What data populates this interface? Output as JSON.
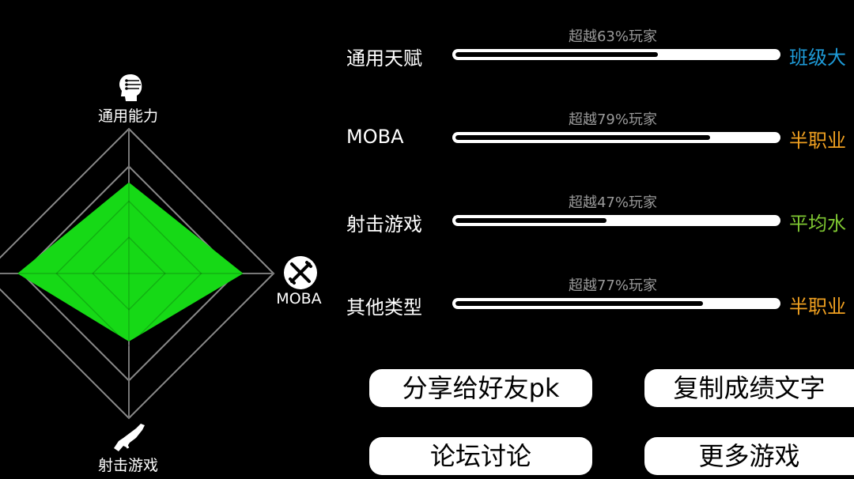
{
  "radar": {
    "axes": [
      {
        "label": "通用能力",
        "icon": "head-profile-icon"
      },
      {
        "label": "MOBA",
        "icon": "crossed-swords-icon"
      },
      {
        "label": "射击游戏",
        "icon": "rifle-icon"
      },
      {
        "label": "",
        "icon": ""
      }
    ],
    "fill_color": "#16d916",
    "grid_color": "#8a8a8a"
  },
  "rows": [
    {
      "label": "通用天赋",
      "sub": "超越63%玩家",
      "percent": 63,
      "level": "班级大",
      "level_color": "#1e9bd8"
    },
    {
      "label": "MOBA",
      "sub": "超越79%玩家",
      "percent": 79,
      "level": "半职业",
      "level_color": "#f0a020"
    },
    {
      "label": "射击游戏",
      "sub": "超越47%玩家",
      "percent": 47,
      "level": "平均水",
      "level_color": "#7fc832"
    },
    {
      "label": "其他类型",
      "sub": "超越77%玩家",
      "percent": 77,
      "level": "半职业",
      "level_color": "#f0a020"
    }
  ],
  "buttons": {
    "share": "分享给好友pk",
    "copy": "复制成绩文字",
    "forum": "论坛讨论",
    "more": "更多游戏"
  }
}
